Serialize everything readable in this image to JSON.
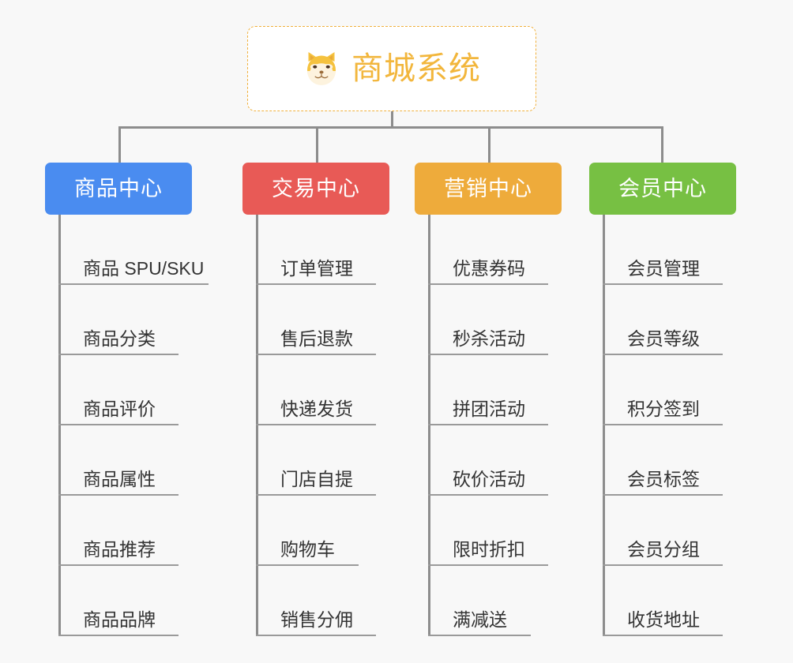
{
  "background_color": "#f8f8f8",
  "root": {
    "icon": "shiba-dog-icon",
    "title": "商城系统",
    "title_color": "#f2b63c",
    "border_color": "#f0b03c",
    "background": "#ffffff"
  },
  "connector_color": "#8d8d8d",
  "branches": [
    {
      "id": "product-center",
      "label": "商品中心",
      "color": "#4a8cf0",
      "items": [
        {
          "label": "商品 SPU/SKU",
          "underline_width": 190
        },
        {
          "label": "商品分类",
          "underline_width": 152
        },
        {
          "label": "商品评价",
          "underline_width": 152
        },
        {
          "label": "商品属性",
          "underline_width": 152
        },
        {
          "label": "商品推荐",
          "underline_width": 152
        },
        {
          "label": "商品品牌",
          "underline_width": 152
        }
      ]
    },
    {
      "id": "trade-center",
      "label": "交易中心",
      "color": "#e85a56",
      "items": [
        {
          "label": "订单管理",
          "underline_width": 152
        },
        {
          "label": "售后退款",
          "underline_width": 152
        },
        {
          "label": "快递发货",
          "underline_width": 152
        },
        {
          "label": "门店自提",
          "underline_width": 152
        },
        {
          "label": "购物车",
          "underline_width": 130
        },
        {
          "label": "销售分佣",
          "underline_width": 152
        }
      ]
    },
    {
      "id": "marketing-center",
      "label": "营销中心",
      "color": "#eeab3b",
      "items": [
        {
          "label": "优惠券码",
          "underline_width": 152
        },
        {
          "label": "秒杀活动",
          "underline_width": 152
        },
        {
          "label": "拼团活动",
          "underline_width": 152
        },
        {
          "label": "砍价活动",
          "underline_width": 152
        },
        {
          "label": "限时折扣",
          "underline_width": 152
        },
        {
          "label": "满减送",
          "underline_width": 130
        }
      ]
    },
    {
      "id": "member-center",
      "label": "会员中心",
      "color": "#77c043",
      "items": [
        {
          "label": "会员管理",
          "underline_width": 152
        },
        {
          "label": "会员等级",
          "underline_width": 152
        },
        {
          "label": "积分签到",
          "underline_width": 152
        },
        {
          "label": "会员标签",
          "underline_width": 152
        },
        {
          "label": "会员分组",
          "underline_width": 152
        },
        {
          "label": "收货地址",
          "underline_width": 152
        }
      ]
    }
  ]
}
